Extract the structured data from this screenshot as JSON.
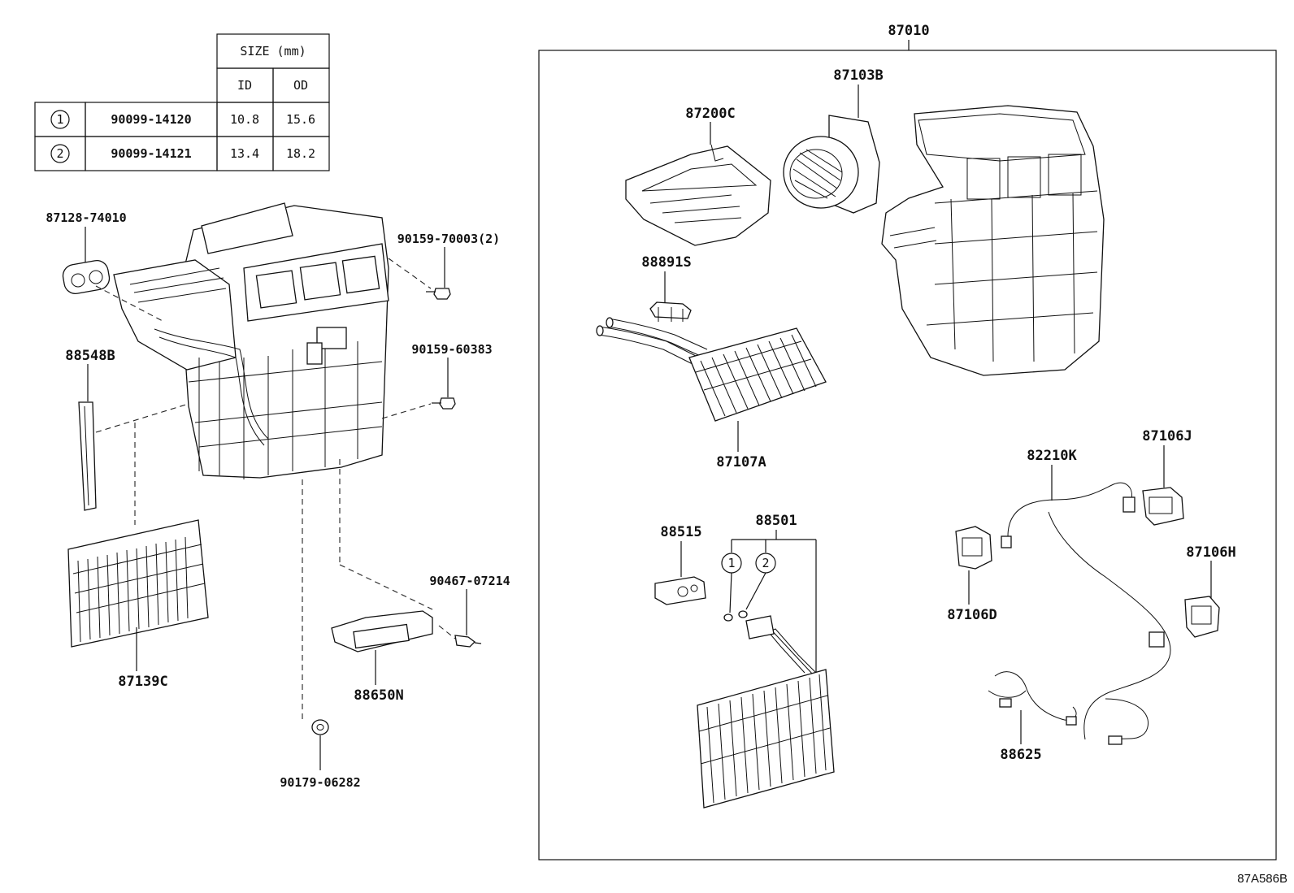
{
  "size_table": {
    "header": "SIZE (mm)",
    "col_id": "ID",
    "col_od": "OD",
    "rows": [
      {
        "mark": "1",
        "part": "90099-14120",
        "id": "10.8",
        "od": "15.6"
      },
      {
        "mark": "2",
        "part": "90099-14121",
        "id": "13.4",
        "od": "18.2"
      }
    ]
  },
  "labels": {
    "p87010": "87010",
    "p87103B": "87103B",
    "p87200C": "87200C",
    "p88891S": "88891S",
    "p87107A": "87107A",
    "p87128": "87128-74010",
    "p90159_70003": "90159-70003(2)",
    "p88548B": "88548B",
    "p90159_60383": "90159-60383",
    "p87139C": "87139C",
    "p90467": "90467-07214",
    "p88650N": "88650N",
    "p90179": "90179-06282",
    "p88515": "88515",
    "p88501": "88501",
    "c1": "1",
    "c2": "2",
    "p82210K": "82210K",
    "p87106J": "87106J",
    "p87106H": "87106H",
    "p87106D": "87106D",
    "p88625": "88625"
  },
  "figure_id": "87A586B"
}
